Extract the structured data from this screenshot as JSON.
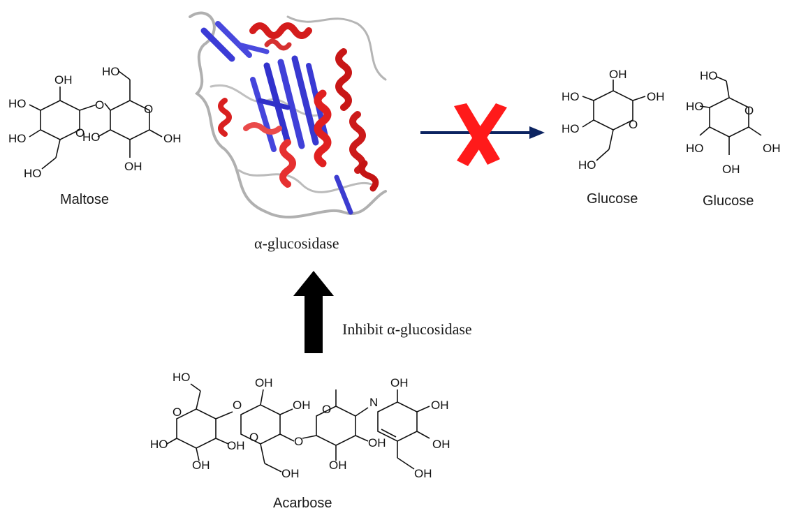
{
  "labels": {
    "maltose": "Maltose",
    "enzyme": "α-glucosidase",
    "glucose_1": "Glucose",
    "glucose_2": "Glucose",
    "inhibit": "Inhibit α-glucosidase",
    "acarbose": "Acarbose"
  },
  "atoms": {
    "oh": "OH",
    "ho": "HO",
    "o": "O",
    "n": "N"
  },
  "colors": {
    "arrow_blue": "#0c2461",
    "cross_red": "#ff1a1a",
    "helix_red": "#d41c1c",
    "sheet_blue": "#3b3bd6",
    "coil_gray": "#a8a8a8",
    "black": "#111111"
  },
  "icons": {
    "blocked": "red-x-icon",
    "protein": "protein-ribbon-icon"
  }
}
